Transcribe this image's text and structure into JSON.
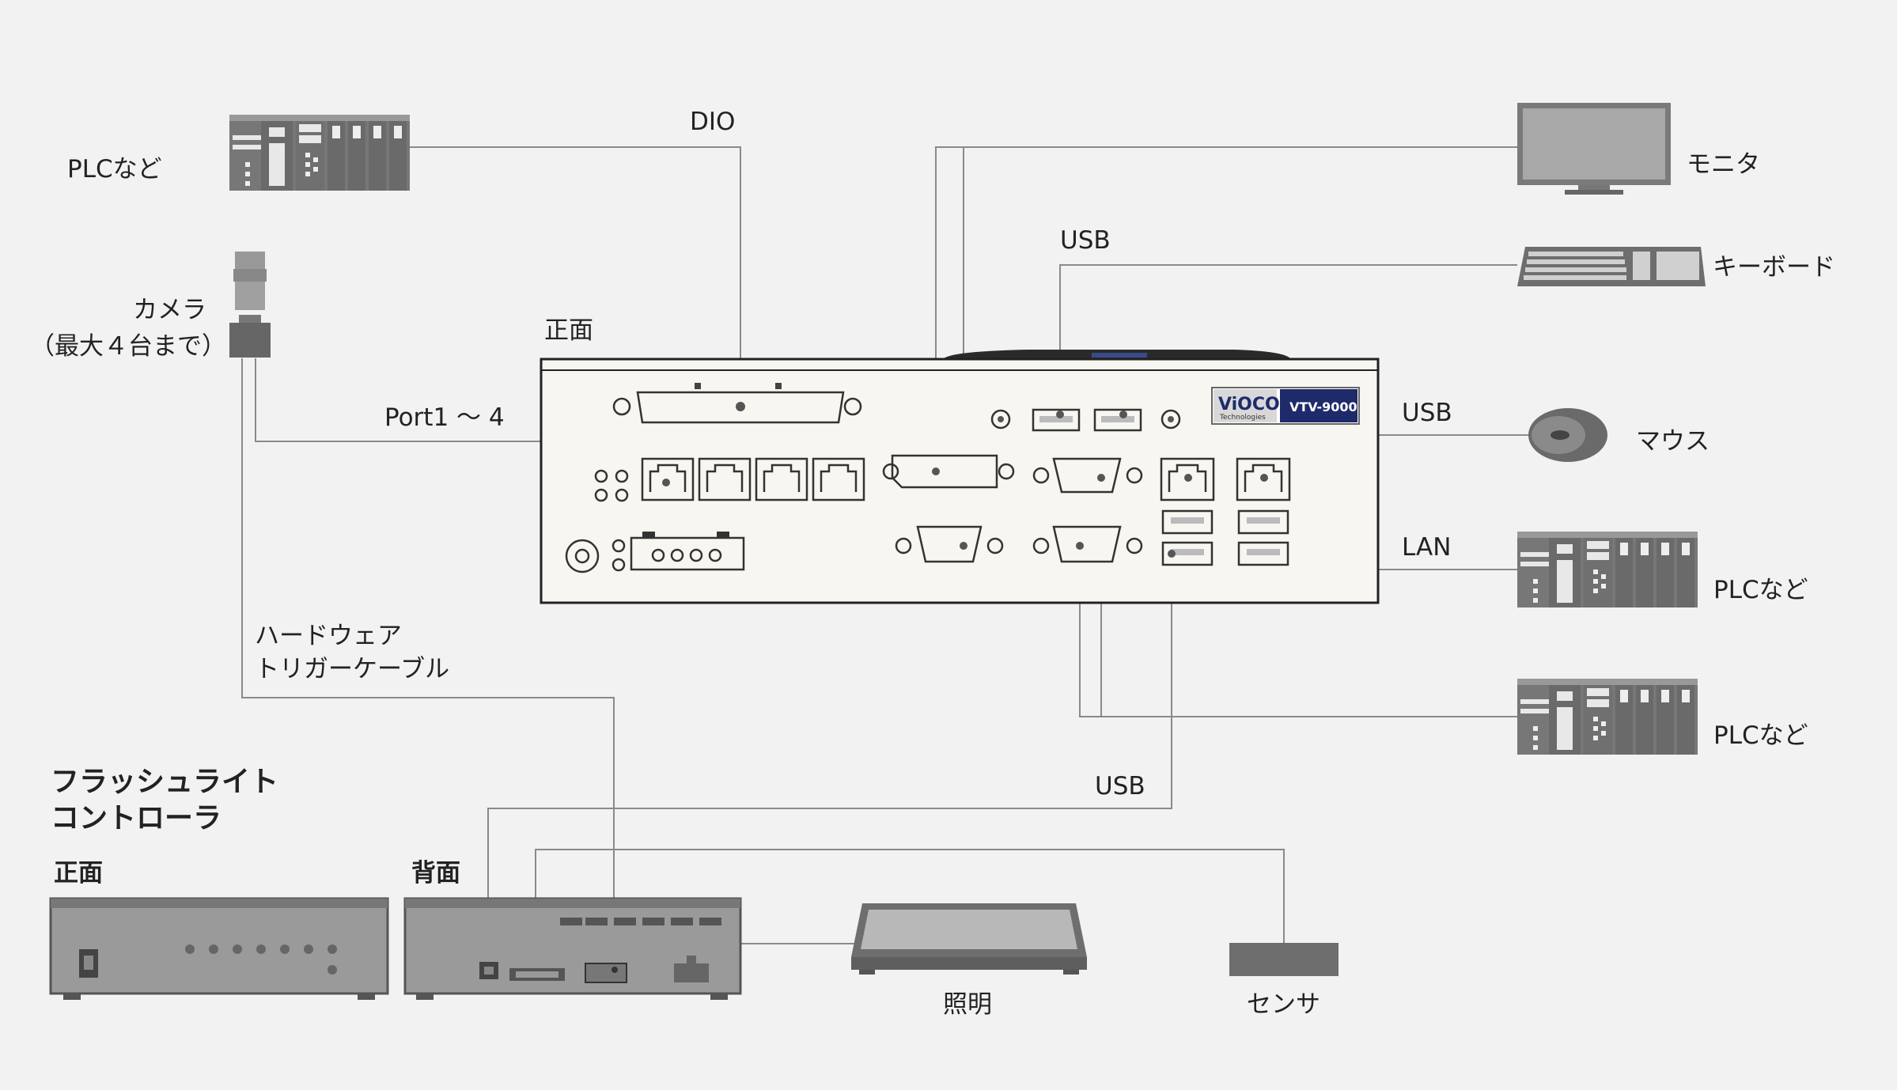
{
  "labels": {
    "plc_top": "PLCなど",
    "dio": "DIO",
    "monitor": "モニタ",
    "usb_keyboard": "USB",
    "keyboard": "キーボード",
    "camera_line1": "カメラ",
    "camera_line2": "（最大４台まで）",
    "front": "正面",
    "usb_mouse": "USB",
    "mouse": "マウス",
    "port": "Port1 ～ 4",
    "lan": "LAN",
    "plc_mid": "PLCなど",
    "plc_low": "PLCなど",
    "hw_trigger_line1": "ハードウェア",
    "hw_trigger_line2": "トリガーケーブル",
    "flash_line1": "フラッシュライト",
    "flash_line2": "コントローラ",
    "usb_flash": "USB",
    "flash_front": "正面",
    "flash_back": "背面",
    "lighting": "照明",
    "sensor": "センサ"
  },
  "device": {
    "brand": "ViOCO",
    "brand_sub": "Technologies",
    "model": "VTV-9000"
  },
  "colors": {
    "background": "#f2f2f2",
    "wire": "#8a8a8a",
    "device_body": "#f8f6f0",
    "model_badge": "#1f2a6b",
    "equipment_gray": "#888888"
  }
}
